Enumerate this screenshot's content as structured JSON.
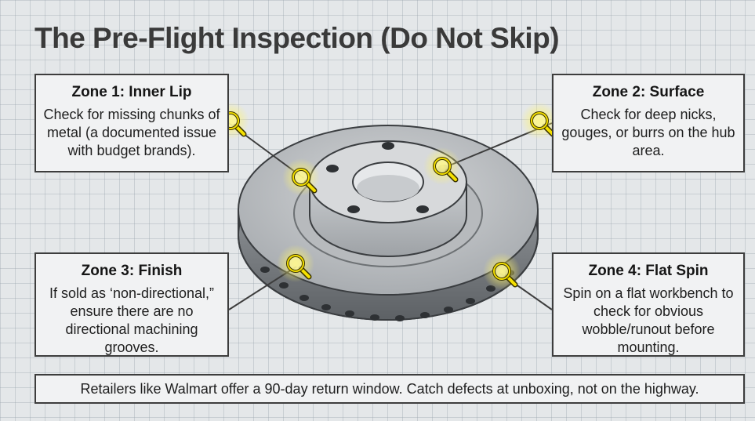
{
  "title": "The Pre-Flight Inspection (Do Not Skip)",
  "zones": [
    {
      "heading": "Zone 1: Inner Lip",
      "body": "Check for missing chunks of metal (a documented issue with budget brands)."
    },
    {
      "heading": "Zone 2: Surface",
      "body": "Check for deep nicks, gouges, or burrs on the hub area."
    },
    {
      "heading": "Zone 3: Finish",
      "body": "If sold as ‘non-directional,” ensure there are no directional machining grooves."
    },
    {
      "heading": "Zone 4: Flat Spin",
      "body": "Spin on a flat workbench to check for obvious wobble/runout before mounting."
    }
  ],
  "footer": "Retailers like Walmart offer a 90-day return window. Catch defects at unboxing, not on the highway.",
  "icons": {
    "inspection_marker": "magnifier-icon",
    "marker_color": "#f5e000"
  }
}
